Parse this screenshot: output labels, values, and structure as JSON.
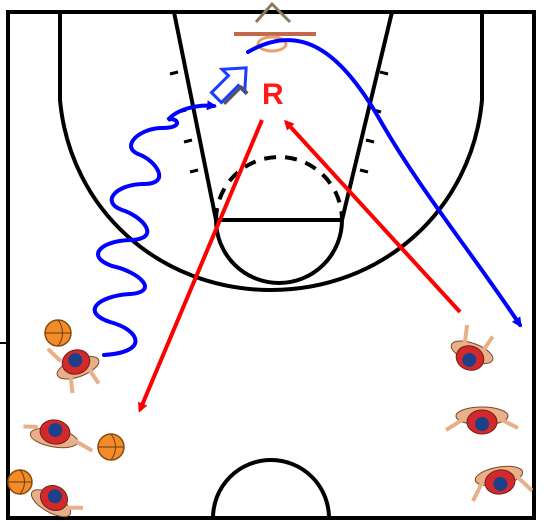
{
  "diagram": {
    "rebound_marker": "R",
    "colors": {
      "court_lines": "#000000",
      "pass_arrow": "#ff0000",
      "dribble_path": "#0000ff",
      "ball": "#f28c28",
      "jersey": "#d22a2a",
      "cap": "#1e3f8a",
      "skin": "#e8b089",
      "rim": "#c46a4a"
    },
    "players": [
      {
        "id": "left-top",
        "has_ball": true
      },
      {
        "id": "left-middle",
        "has_ball": true
      },
      {
        "id": "left-bottom",
        "has_ball": true
      },
      {
        "id": "right-top",
        "has_ball": false
      },
      {
        "id": "right-middle",
        "has_ball": false
      },
      {
        "id": "right-bottom",
        "has_ball": false
      }
    ],
    "icons": [
      "basketball-hoop-icon",
      "shot-arrow-icon",
      "basketball-icon",
      "player-icon"
    ]
  }
}
